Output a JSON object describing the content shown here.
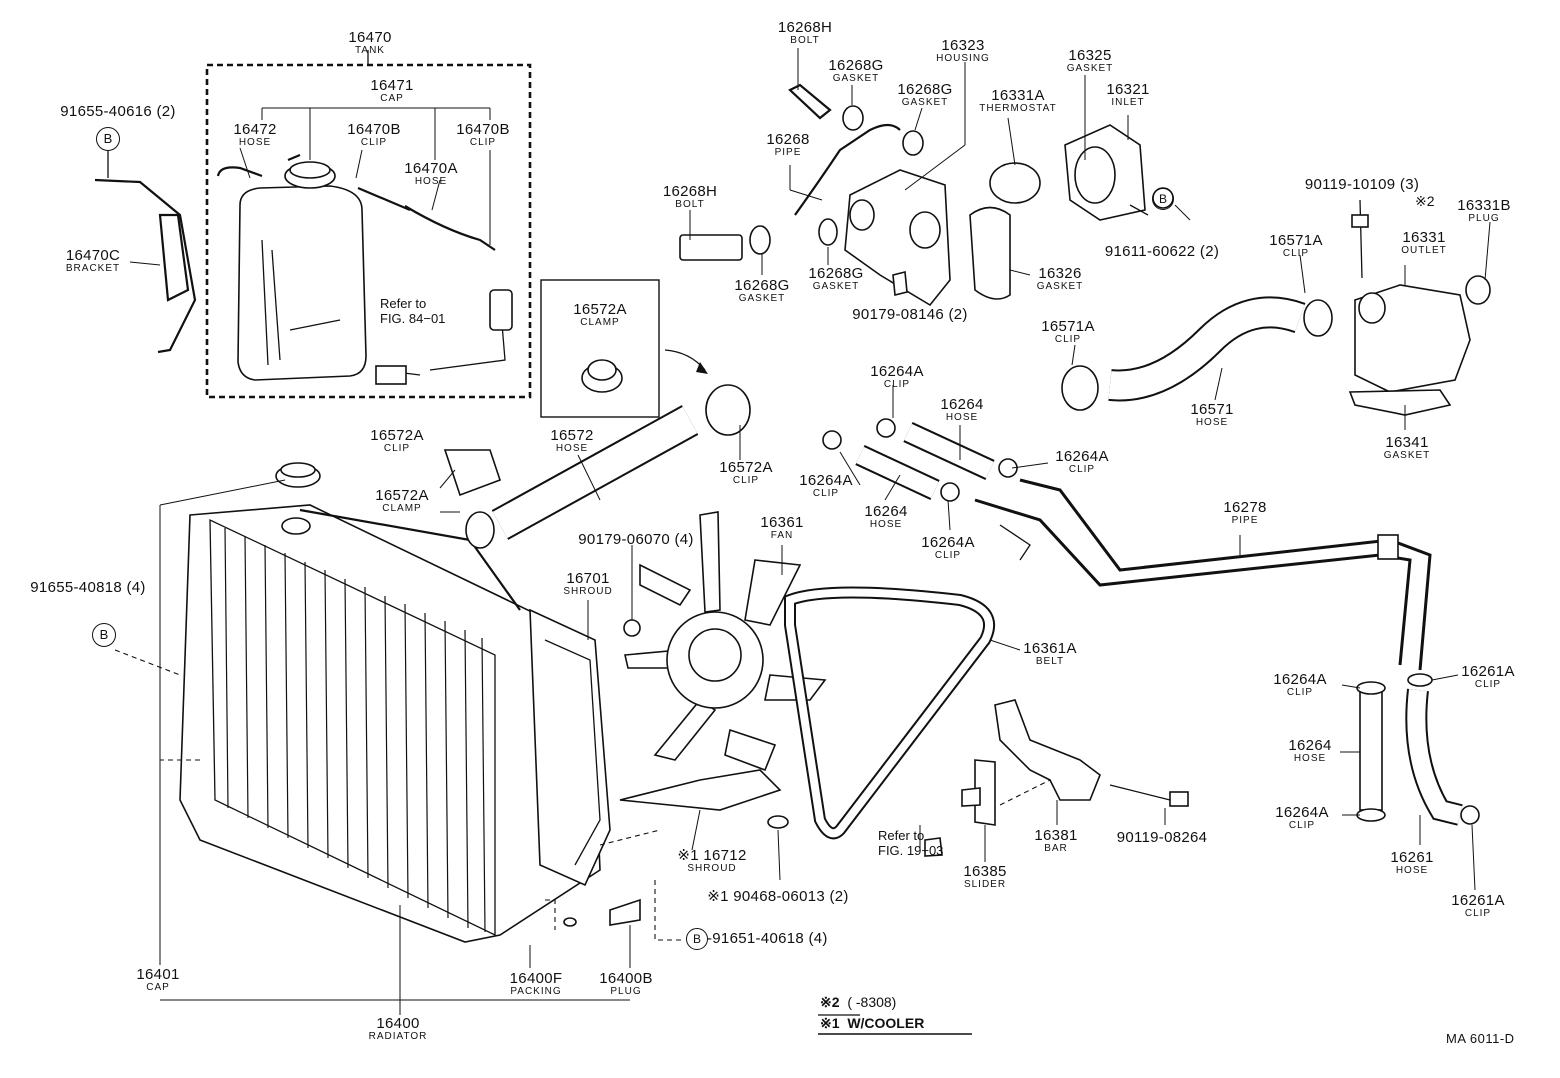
{
  "diagram": {
    "code": "MA 6011-D",
    "labels": [
      {
        "id": "tank",
        "num": "16470",
        "desc": "TANK"
      },
      {
        "id": "cap-16471",
        "num": "16471",
        "desc": "CAP"
      },
      {
        "id": "hose-16472",
        "num": "16472",
        "desc": "HOSE"
      },
      {
        "id": "clip-16470b-a",
        "num": "16470B",
        "desc": "CLIP"
      },
      {
        "id": "clip-16470b-b",
        "num": "16470B",
        "desc": "CLIP"
      },
      {
        "id": "hose-16470a",
        "num": "16470A",
        "desc": "HOSE"
      },
      {
        "id": "bolt-91655-40616",
        "num": "91655-40616 (2)",
        "desc": ""
      },
      {
        "id": "bracket-16470c",
        "num": "16470C",
        "desc": "BRACKET"
      },
      {
        "id": "clamp-16572a-box",
        "num": "16572A",
        "desc": "CLAMP"
      },
      {
        "id": "bolt-16268h-top",
        "num": "16268H",
        "desc": "BOLT"
      },
      {
        "id": "gasket-16268g-a",
        "num": "16268G",
        "desc": "GASKET"
      },
      {
        "id": "housing-16323",
        "num": "16323",
        "desc": "HOUSING"
      },
      {
        "id": "gasket-16268g-b",
        "num": "16268G",
        "desc": "GASKET"
      },
      {
        "id": "gasket-16325",
        "num": "16325",
        "desc": "GASKET"
      },
      {
        "id": "inlet-16321",
        "num": "16321",
        "desc": "INLET"
      },
      {
        "id": "thermostat-16331a",
        "num": "16331A",
        "desc": "THERMOSTAT"
      },
      {
        "id": "pipe-16268",
        "num": "16268",
        "desc": "PIPE"
      },
      {
        "id": "bolt-16268h-mid",
        "num": "16268H",
        "desc": "BOLT"
      },
      {
        "id": "gasket-16268g-c",
        "num": "16268G",
        "desc": "GASKET"
      },
      {
        "id": "gasket-16268g-d",
        "num": "16268G",
        "desc": "GASKET"
      },
      {
        "id": "nut-90179-08146",
        "num": "90179-08146 (2)",
        "desc": ""
      },
      {
        "id": "gasket-16326",
        "num": "16326",
        "desc": "GASKET"
      },
      {
        "id": "bolt-91611-60622",
        "num": "91611-60622 (2)",
        "desc": ""
      },
      {
        "id": "bolt-90119-10109",
        "num": "90119-10109 (3)",
        "desc": ""
      },
      {
        "id": "plug-16331b",
        "num": "16331B",
        "desc": "PLUG"
      },
      {
        "id": "outlet-16331",
        "num": "16331",
        "desc": "OUTLET"
      },
      {
        "id": "clip-16571a-a",
        "num": "16571A",
        "desc": "CLIP"
      },
      {
        "id": "clip-16571a-b",
        "num": "16571A",
        "desc": "CLIP"
      },
      {
        "id": "hose-16571",
        "num": "16571",
        "desc": "HOSE"
      },
      {
        "id": "gasket-16341",
        "num": "16341",
        "desc": "GASKET"
      },
      {
        "id": "clip-16264a-1",
        "num": "16264A",
        "desc": "CLIP"
      },
      {
        "id": "hose-16264-a",
        "num": "16264",
        "desc": "HOSE"
      },
      {
        "id": "clip-16264a-2",
        "num": "16264A",
        "desc": "CLIP"
      },
      {
        "id": "clip-16264a-3",
        "num": "16264A",
        "desc": "CLIP"
      },
      {
        "id": "hose-16264-b",
        "num": "16264",
        "desc": "HOSE"
      },
      {
        "id": "clip-16264a-4",
        "num": "16264A",
        "desc": "CLIP"
      },
      {
        "id": "pipe-16278",
        "num": "16278",
        "desc": "PIPE"
      },
      {
        "id": "clip-16572a-a",
        "num": "16572A",
        "desc": "CLIP"
      },
      {
        "id": "clamp-16572a",
        "num": "16572A",
        "desc": "CLAMP"
      },
      {
        "id": "hose-16572",
        "num": "16572",
        "desc": "HOSE"
      },
      {
        "id": "clip-16572a-b",
        "num": "16572A",
        "desc": "CLIP"
      },
      {
        "id": "nut-90179-06070",
        "num": "90179-06070 (4)",
        "desc": ""
      },
      {
        "id": "fan-16361",
        "num": "16361",
        "desc": "FAN"
      },
      {
        "id": "shroud-16701",
        "num": "16701",
        "desc": "SHROUD"
      },
      {
        "id": "bolt-91655-40818",
        "num": "91655-40818 (4)",
        "desc": ""
      },
      {
        "id": "belt-16361a",
        "num": "16361A",
        "desc": "BELT"
      },
      {
        "id": "clip-16264a-5",
        "num": "16264A",
        "desc": "CLIP"
      },
      {
        "id": "clip-16261a-a",
        "num": "16261A",
        "desc": "CLIP"
      },
      {
        "id": "hose-16264-c",
        "num": "16264",
        "desc": "HOSE"
      },
      {
        "id": "clip-16264a-6",
        "num": "16264A",
        "desc": "CLIP"
      },
      {
        "id": "hose-16261",
        "num": "16261",
        "desc": "HOSE"
      },
      {
        "id": "clip-16261a-b",
        "num": "16261A",
        "desc": "CLIP"
      },
      {
        "id": "shroud-16712",
        "num": "※1 16712",
        "desc": "SHROUD"
      },
      {
        "id": "bolt-90468-06013",
        "num": "※1 90468-06013 (2)",
        "desc": ""
      },
      {
        "id": "bar-16381",
        "num": "16381",
        "desc": "BAR"
      },
      {
        "id": "bolt-90119-08264",
        "num": "90119-08264",
        "desc": ""
      },
      {
        "id": "slider-16385",
        "num": "16385",
        "desc": "SLIDER"
      },
      {
        "id": "bolt-91651-40618",
        "num": "-91651-40618 (4)",
        "desc": ""
      },
      {
        "id": "cap-16401",
        "num": "16401",
        "desc": "CAP"
      },
      {
        "id": "packing-16400f",
        "num": "16400F",
        "desc": "PACKING"
      },
      {
        "id": "plug-16400b",
        "num": "16400B",
        "desc": "PLUG"
      },
      {
        "id": "radiator-16400",
        "num": "16400",
        "desc": "RADIATOR"
      }
    ],
    "notes": {
      "refer_84": "Refer to",
      "refer_84_fig": "FIG. 84−01",
      "refer_19": "Refer to",
      "refer_19_fig": "FIG. 19−03",
      "star2": "※2",
      "mark_b": "B"
    },
    "legend": {
      "line1_mark": "※2",
      "line1_text": "(      -8308)",
      "line2_mark": "※1",
      "line2_text": "W/COOLER"
    }
  }
}
